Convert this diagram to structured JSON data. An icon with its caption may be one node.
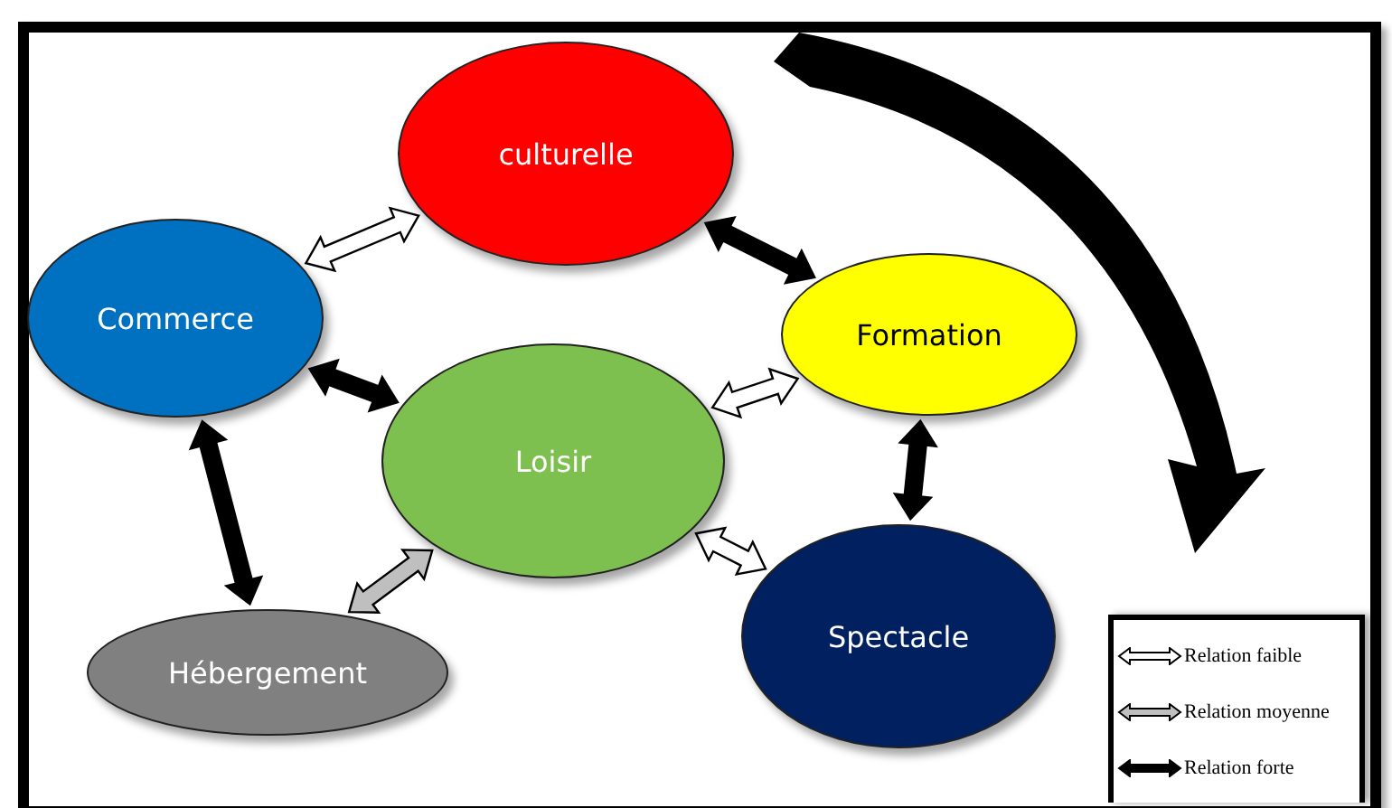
{
  "diagram": {
    "nodes": [
      {
        "text": [
          "culturelle"
        ]
      },
      {
        "text": [
          "Commerce"
        ]
      },
      {
        "text": [
          "Formation"
        ]
      },
      {
        "text": [
          "Loisir"
        ]
      },
      {
        "text": [
          "Hébergement"
        ]
      },
      {
        "text": [
          "Spectacle"
        ]
      }
    ],
    "edges": [
      {
        "from": 0,
        "to": 1,
        "arrow": "both",
        "color": "#ffffff"
      },
      {
        "from": 0,
        "to": 2,
        "arrow": "both"
      },
      {
        "from": 1,
        "to": 3,
        "arrow": "both"
      },
      {
        "from": 2,
        "to": 3,
        "arrow": "both",
        "color": "#ffffff"
      },
      {
        "from": 1,
        "to": 4,
        "arrow": "both"
      },
      {
        "from": 2,
        "to": 5,
        "arrow": "both"
      },
      {
        "from": 3,
        "to": 4,
        "arrow": "both",
        "color": "#bfbfbf"
      },
      {
        "from": 3,
        "to": 5,
        "arrow": "both",
        "color": "#ffffff"
      }
    ],
    "legend": [
      {
        "text": "Relation faible"
      },
      {
        "text": "Relation moyenne"
      },
      {
        "text": "Relation forte"
      }
    ]
  }
}
